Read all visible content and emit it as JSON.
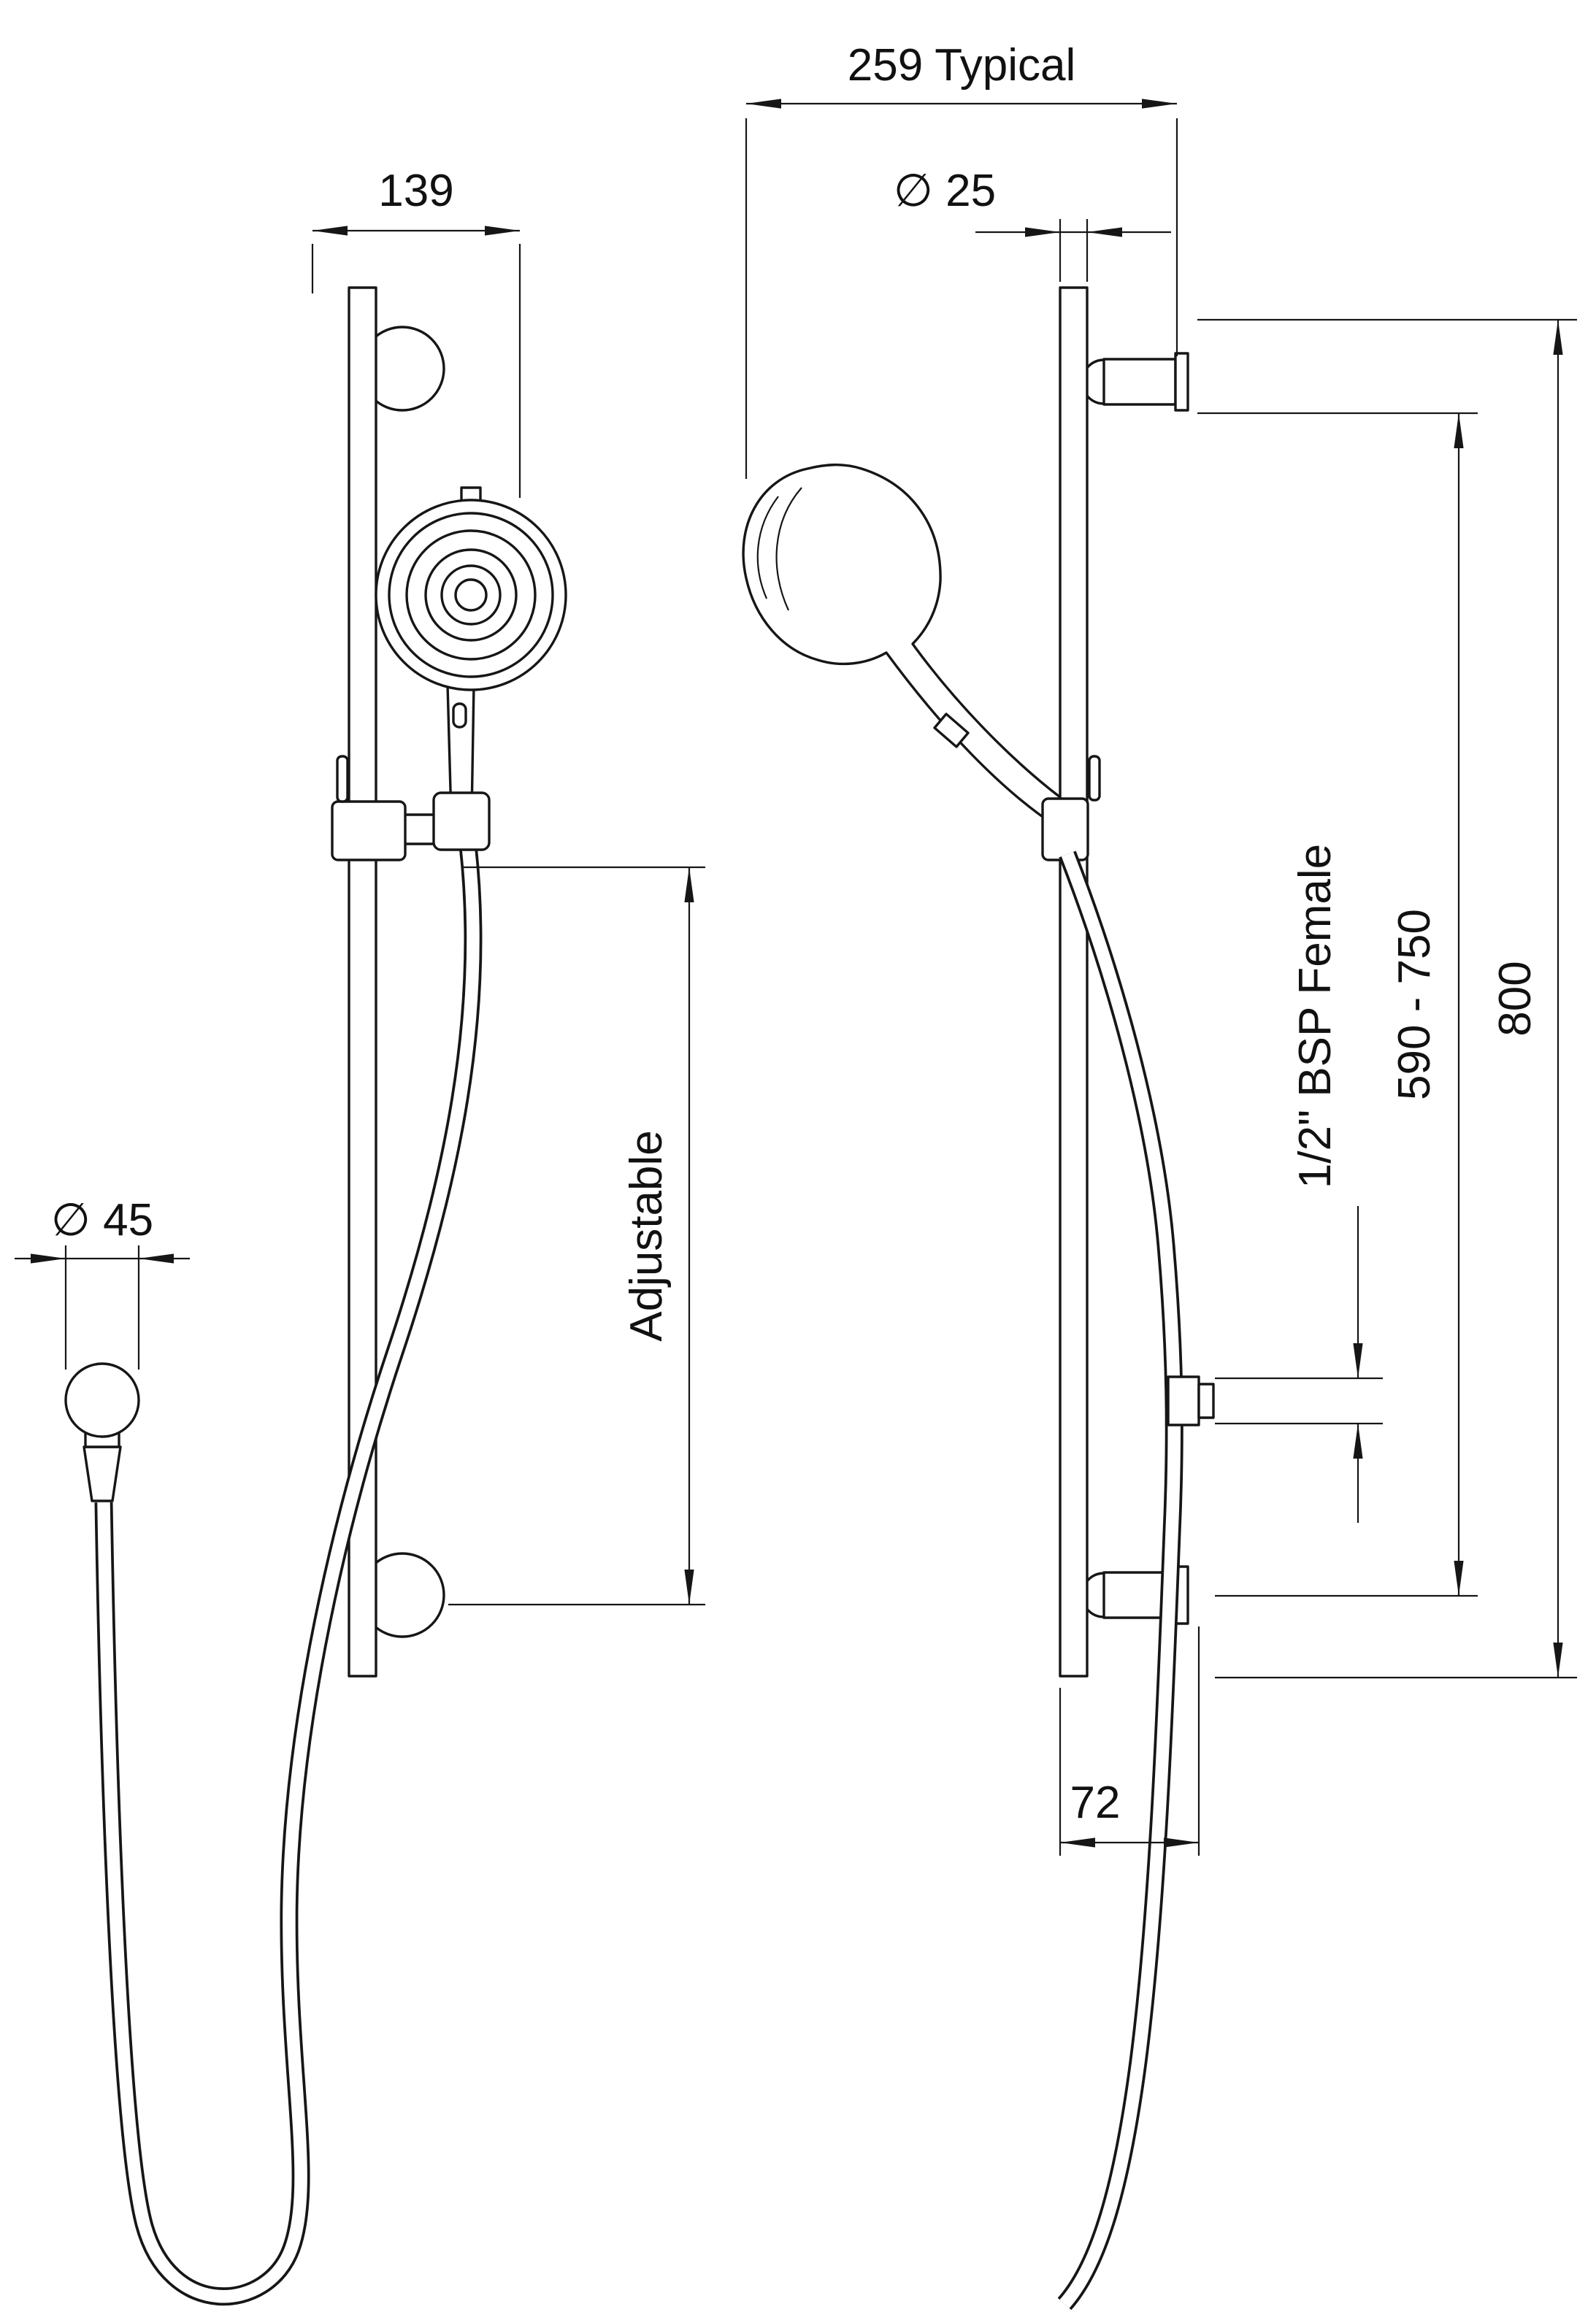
{
  "labels": {
    "width_139": "139",
    "typical_259": "259 Typical",
    "dia_25": "∅ 25",
    "dia_45": "∅ 45",
    "adjustable": "Adjustable",
    "bsp_female": "1/2\" BSP Female",
    "range_590_750": "590 - 750",
    "height_800": "800",
    "offset_72": "72"
  }
}
